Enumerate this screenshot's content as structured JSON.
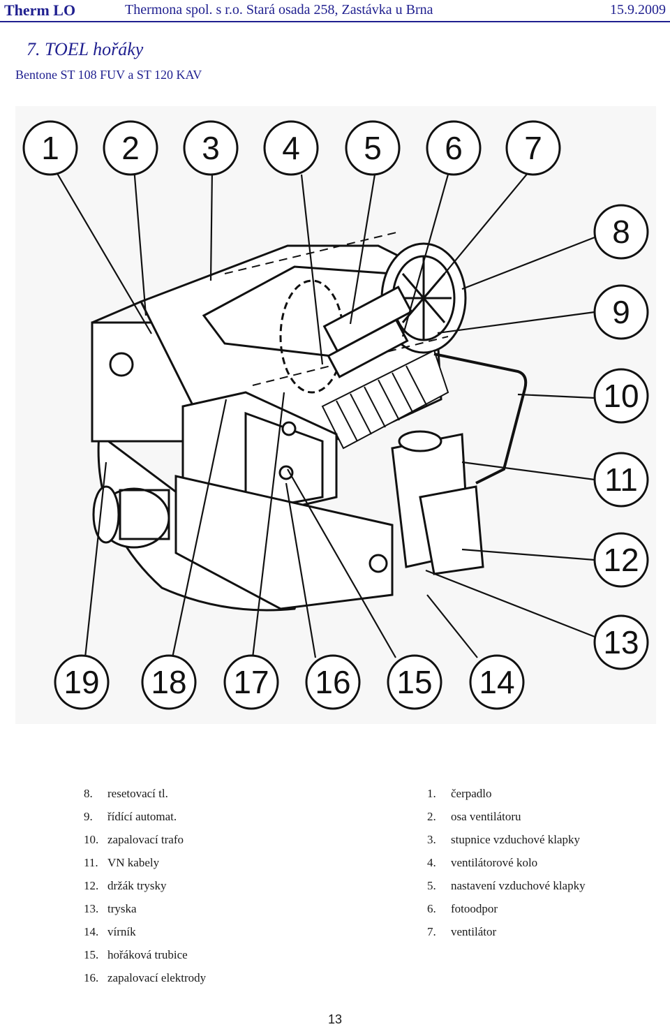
{
  "header": {
    "brand": "Therm LO",
    "company": "Thermona spol. s r.o. Stará osada 258, Zastávka u Brna",
    "date": "15.9.2009"
  },
  "title": "7. TOEL hořáky",
  "subtitle": "Bentone ST 108 FUV a ST 120 KAV",
  "figure": {
    "callouts": [
      "1",
      "2",
      "3",
      "4",
      "5",
      "6",
      "7",
      "8",
      "9",
      "10",
      "11",
      "12",
      "13",
      "14",
      "15",
      "16",
      "17",
      "18",
      "19"
    ]
  },
  "legend_left": [
    {
      "num": "8.",
      "label": "resetovací tl."
    },
    {
      "num": "9.",
      "label": "řídící automat."
    },
    {
      "num": "10.",
      "label": "zapalovací trafo"
    },
    {
      "num": "11.",
      "label": "VN kabely"
    },
    {
      "num": "12.",
      "label": "držák trysky"
    },
    {
      "num": "13.",
      "label": "tryska"
    },
    {
      "num": "14.",
      "label": "vírník"
    },
    {
      "num": "15.",
      "label": "hořáková trubice"
    },
    {
      "num": "16.",
      "label": "zapalovací elektrody"
    }
  ],
  "legend_right": [
    {
      "num": "1.",
      "label": "čerpadlo"
    },
    {
      "num": "2.",
      "label": "osa ventilátoru"
    },
    {
      "num": "3.",
      "label": "stupnice vzduchové klapky"
    },
    {
      "num": "4.",
      "label": "ventilátorové kolo"
    },
    {
      "num": "5.",
      "label": "nastavení vzduchové klapky"
    },
    {
      "num": "6.",
      "label": "fotoodpor"
    },
    {
      "num": "7.",
      "label": "ventilátor"
    }
  ],
  "page_number": "13"
}
